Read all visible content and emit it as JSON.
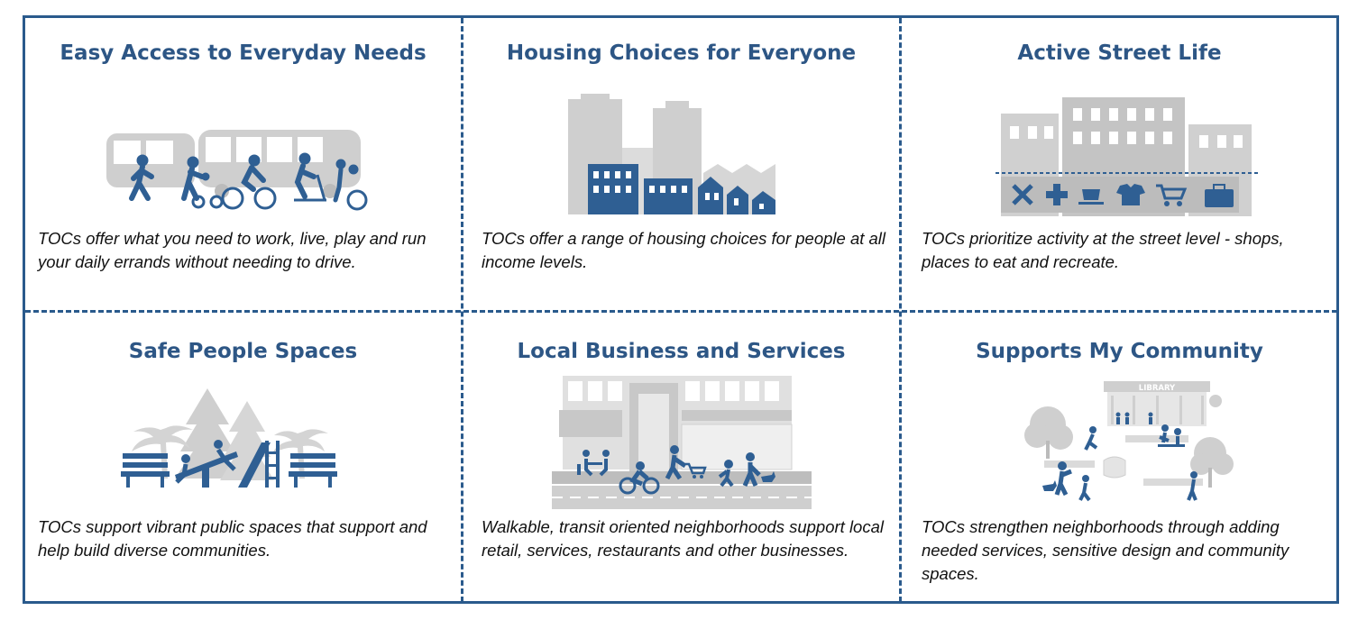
{
  "cards": [
    {
      "title": "Easy Access to Everyday Needs",
      "text": "TOCs offer what you need to work, live, play and run your daily errands without needing to drive.",
      "illustration_icon": "transit-bus-pedestrians-icon"
    },
    {
      "title": "Housing Choices for Everyone",
      "text": "TOCs offer a range of housing choices for people at all income levels.",
      "illustration_icon": "city-housing-skyline-icon"
    },
    {
      "title": "Active Street Life",
      "text": "TOCs prioritize activity at the street level - shops, places to eat and recreate.",
      "illustration_icon": "storefronts-street-icon"
    },
    {
      "title": "Safe People Spaces",
      "text": "TOCs support vibrant public spaces that support and help build diverse communities.",
      "illustration_icon": "park-playground-icon"
    },
    {
      "title": "Local Business and Services",
      "text": "Walkable, transit oriented neighborhoods support local retail, services, restaurants and other businesses.",
      "illustration_icon": "main-street-business-icon"
    },
    {
      "title": "Supports My Community",
      "text": "TOCs strengthen neighborhoods through adding needed services, sensitive design and community spaces.",
      "illustration_icon": "library-community-icon"
    }
  ],
  "library_sign": "LIBRARY",
  "colors": {
    "border": "#2a5a8c",
    "title": "#2d5685",
    "icon_blue": "#2f5f93",
    "icon_gray": "#c8c8c8"
  }
}
